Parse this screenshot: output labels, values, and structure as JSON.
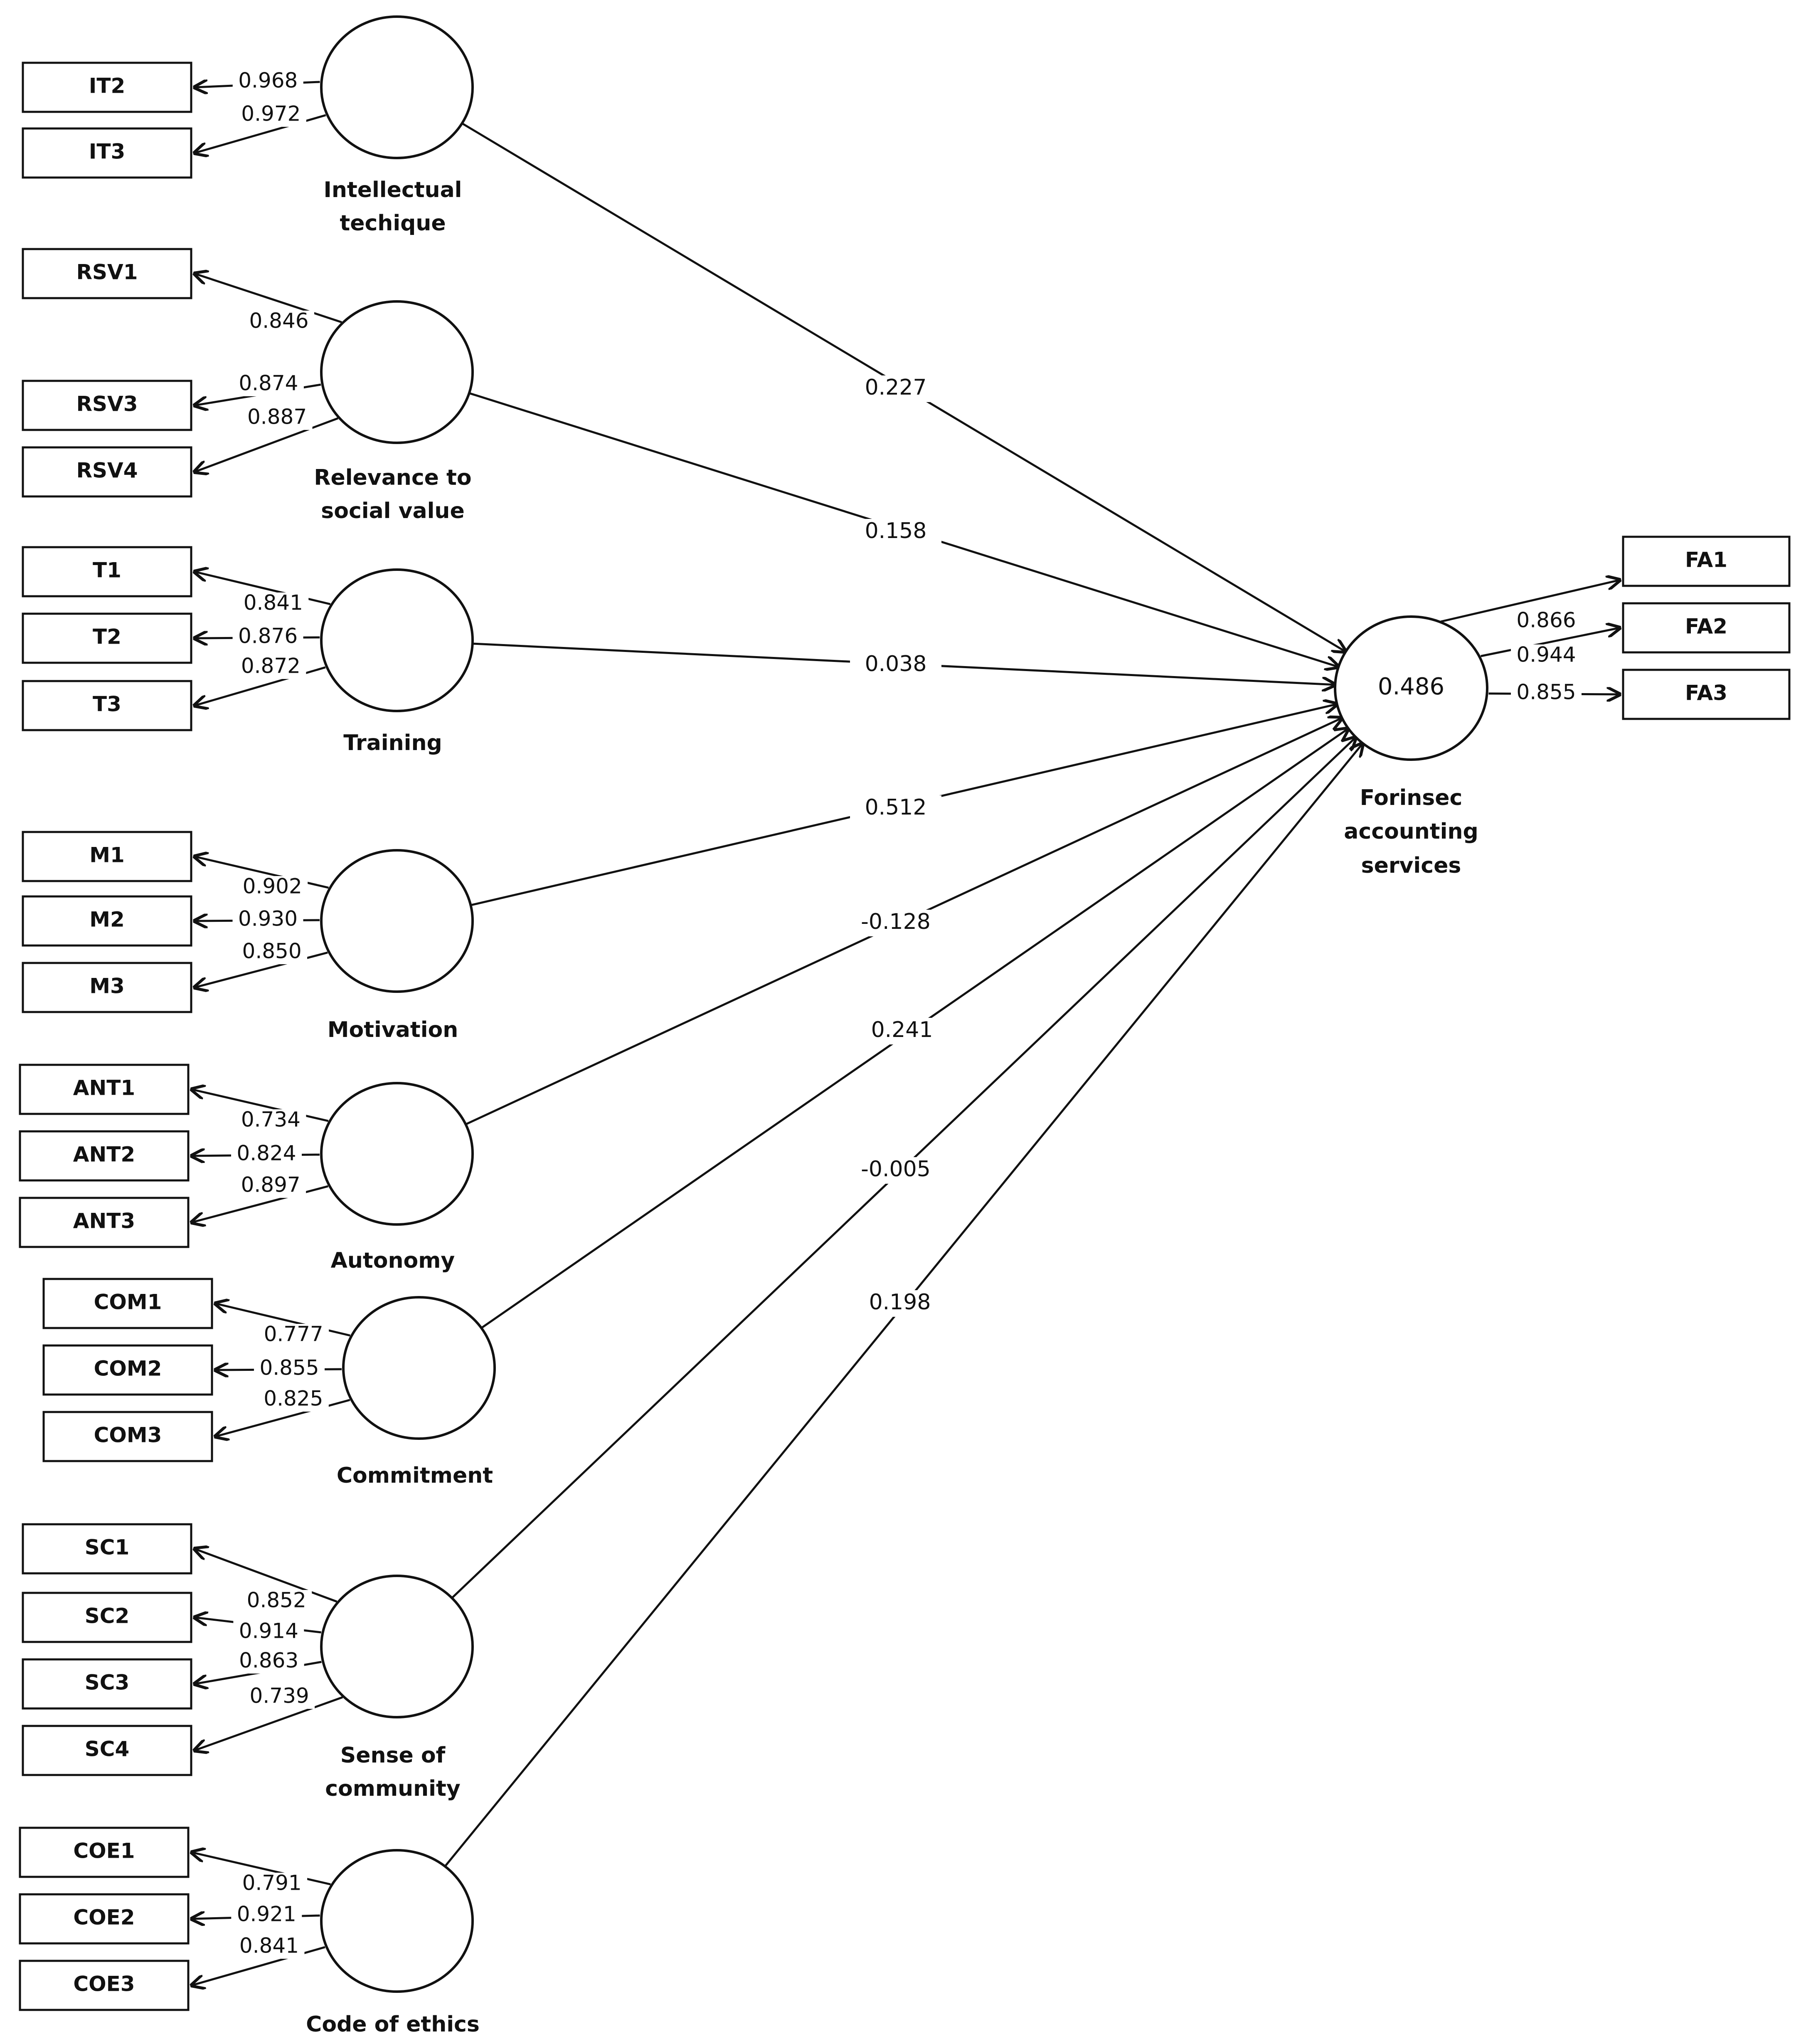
{
  "constructs": [
    {
      "label_lines": [
        "Intellectual",
        "techique"
      ],
      "indicators": [
        "IT2",
        "IT3"
      ],
      "loadings": [
        "0.968",
        "0.972"
      ],
      "path_coefficient": "0.227"
    },
    {
      "label_lines": [
        "Relevance to",
        "social value"
      ],
      "indicators": [
        "RSV1",
        "RSV3",
        "RSV4"
      ],
      "loadings": [
        "0.846",
        "0.874",
        "0.887"
      ],
      "path_coefficient": "0.158"
    },
    {
      "label_lines": [
        "Training"
      ],
      "indicators": [
        "T1",
        "T2",
        "T3"
      ],
      "loadings": [
        "0.841",
        "0.876",
        "0.872"
      ],
      "path_coefficient": "0.038"
    },
    {
      "label_lines": [
        "Motivation"
      ],
      "indicators": [
        "M1",
        "M2",
        "M3"
      ],
      "loadings": [
        "0.902",
        "0.930",
        "0.850"
      ],
      "path_coefficient": "0.512"
    },
    {
      "label_lines": [
        "Autonomy"
      ],
      "indicators": [
        "ANT1",
        "ANT2",
        "ANT3"
      ],
      "loadings": [
        "0.734",
        "0.824",
        "0.897"
      ],
      "path_coefficient": "-0.128"
    },
    {
      "label_lines": [
        "Commitment"
      ],
      "indicators": [
        "COM1",
        "COM2",
        "COM3"
      ],
      "loadings": [
        "0.777",
        "0.855",
        "0.825"
      ],
      "path_coefficient": "0.241"
    },
    {
      "label_lines": [
        "Sense of",
        "community"
      ],
      "indicators": [
        "SC1",
        "SC2",
        "SC3",
        "SC4"
      ],
      "loadings": [
        "0.852",
        "0.914",
        "0.863",
        "0.739"
      ],
      "path_coefficient": "-0.005"
    },
    {
      "label_lines": [
        "Code of ethics"
      ],
      "indicators": [
        "COE1",
        "COE2",
        "COE3"
      ],
      "loadings": [
        "0.791",
        "0.921",
        "0.841"
      ],
      "path_coefficient": "0.198"
    }
  ],
  "target": {
    "label_lines": [
      "Forinsec",
      "accounting",
      "services"
    ],
    "r_squared": "0.486",
    "indicators": [
      "FA1",
      "FA2",
      "FA3"
    ],
    "loadings": [
      "0.866",
      "0.944",
      "0.855"
    ]
  }
}
